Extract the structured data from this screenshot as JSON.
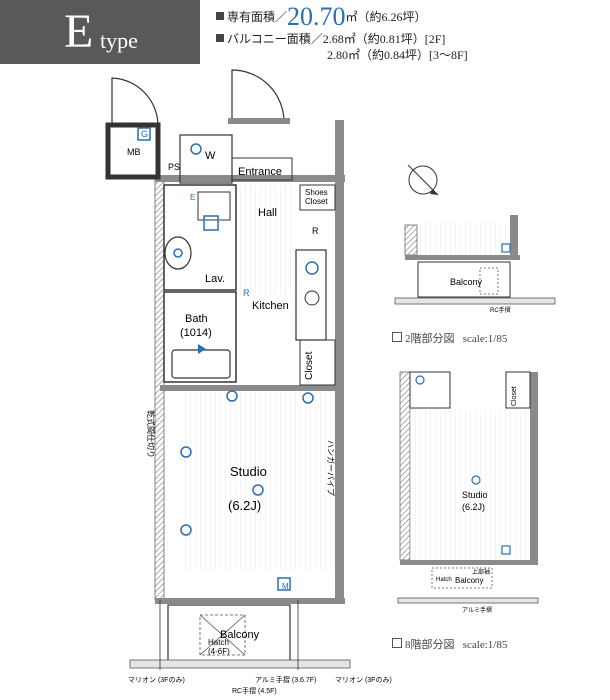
{
  "type_badge": {
    "letter": "E",
    "word": "type"
  },
  "specs": {
    "exclusive_area_label": "専有面積／",
    "exclusive_area_value": "20.70",
    "exclusive_area_unit": "㎡",
    "exclusive_area_tsubo": "（約6.26坪）",
    "balcony_label": "バルコニー面積／",
    "balcony_line1": "2.68㎡（約0.81坪）[2F]",
    "balcony_line2": "2.80㎡（約0.84坪）[3〜8F]"
  },
  "main_plan": {
    "rooms": {
      "mb": "MB",
      "ps": "PS",
      "w": "W",
      "entrance": "Entrance",
      "shoes_closet_1": "Shoes",
      "shoes_closet_2": "Closet",
      "hall": "Hall",
      "lav": "Lav.",
      "bath": "Bath",
      "bath_size": "(1014)",
      "kitchen": "Kitchen",
      "closet": "Closet",
      "studio": "Studio",
      "studio_size": "(6.2J)",
      "balcony": "Balcony",
      "hatch": "Hatch",
      "hatch_floor": "(4-6F)"
    },
    "markers": {
      "g": "G",
      "e": "E",
      "r": "R",
      "m": "M"
    },
    "wall_note": "乾式間仕切り",
    "hanger_note": "ハンガーパイプ",
    "footnotes": {
      "mullion_left": "マリオン (3Fのみ)",
      "aluminum_rail": "アルミ手摺 (3.6.7F)",
      "mullion_right": "マリオン (3Fのみ)",
      "rc_rail": "RC手摺 (4.5F)"
    }
  },
  "plan_2f": {
    "balcony": "Balcony",
    "rc_rail": "RC手摺",
    "caption_label": "2階部分図",
    "caption_scale": "scale:1/85"
  },
  "plan_8f": {
    "studio": "Studio",
    "studio_size": "(6.2J)",
    "closet": "Closet",
    "balcony": "Balcony",
    "hatch": "Hatch",
    "top_rail": "上部袖",
    "alu_rail": "アルミ手摺",
    "caption_label": "8階部分図",
    "caption_scale": "scale:1/85"
  },
  "colors": {
    "accent": "#2a6fb0",
    "wall": "#8a8a8a",
    "badge": "#595959"
  }
}
